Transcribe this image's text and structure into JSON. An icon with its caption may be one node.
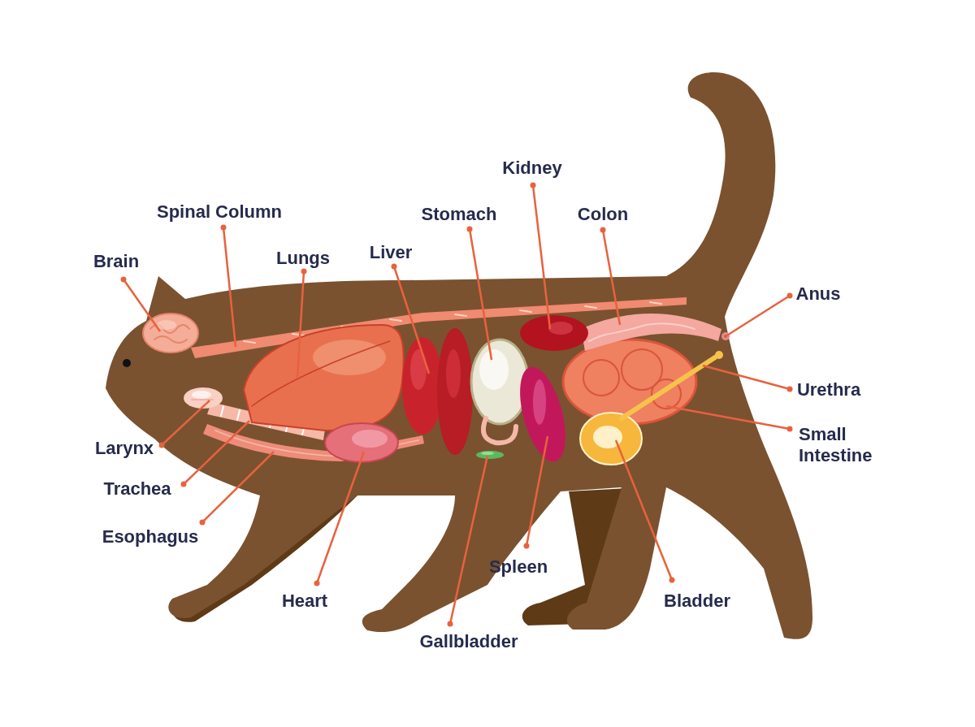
{
  "diagram": {
    "nodes": [
      {
        "text": [
          "Kidney"
        ]
      },
      {
        "text": [
          "Spinal Column"
        ]
      },
      {
        "text": [
          "Stomach"
        ]
      },
      {
        "text": [
          "Colon"
        ]
      },
      {
        "text": [
          "Brain"
        ]
      },
      {
        "text": [
          "Lungs"
        ]
      },
      {
        "text": [
          "Liver"
        ]
      },
      {
        "text": [
          "Anus"
        ]
      },
      {
        "text": [
          "Urethra"
        ]
      },
      {
        "text": [
          "Small Intestine"
        ]
      },
      {
        "text": [
          "Larynx"
        ]
      },
      {
        "text": [
          "Trachea"
        ]
      },
      {
        "text": [
          "Esophagus"
        ]
      },
      {
        "text": [
          "Spleen"
        ]
      },
      {
        "text": [
          "Heart"
        ]
      },
      {
        "text": [
          "Bladder"
        ]
      },
      {
        "text": [
          "Gallbladder"
        ]
      },
      {
        "text": [],
        "shape": "picture"
      },
      {
        "text": [],
        "shape": "picture"
      },
      {
        "text": [],
        "shape": "picture"
      },
      {
        "text": [],
        "shape": "picture"
      },
      {
        "text": [],
        "shape": "picture"
      },
      {
        "text": [],
        "shape": "picture"
      },
      {
        "text": [],
        "shape": "picture"
      },
      {
        "text": [],
        "shape": "picture"
      },
      {
        "text": [],
        "shape": "picture"
      },
      {
        "text": [],
        "shape": "picture"
      },
      {
        "text": [],
        "shape": "picture"
      },
      {
        "text": [],
        "shape": "picture"
      },
      {
        "text": [],
        "shape": "picture"
      },
      {
        "text": [],
        "shape": "picture"
      },
      {
        "text": [],
        "shape": "picture"
      },
      {
        "text": [],
        "shape": "picture"
      },
      {
        "text": [],
        "shape": "picture"
      }
    ],
    "edges": [
      {
        "from": 0,
        "to": 28,
        "arrow": "other"
      },
      {
        "from": 1,
        "to": 19,
        "arrow": "other"
      },
      {
        "from": 2,
        "to": 26,
        "arrow": "other"
      },
      {
        "from": 3,
        "to": 30,
        "arrow": "other"
      },
      {
        "from": 4,
        "to": 17,
        "arrow": "other"
      },
      {
        "from": 5,
        "to": 22,
        "arrow": "other"
      },
      {
        "from": 6,
        "to": 24,
        "arrow": "other"
      },
      {
        "from": 7,
        "to": 33,
        "arrow": "other"
      },
      {
        "from": 8,
        "to": 32,
        "arrow": "other"
      },
      {
        "from": 9,
        "to": 31,
        "arrow": "other"
      },
      {
        "from": 10,
        "to": 18,
        "arrow": "other"
      },
      {
        "from": 11,
        "to": 20,
        "arrow": "other"
      },
      {
        "from": 12,
        "to": 21,
        "arrow": "other"
      },
      {
        "from": 13,
        "to": 27,
        "arrow": "other"
      },
      {
        "from": 14,
        "to": 23,
        "arrow": "other"
      },
      {
        "from": 15,
        "to": 29,
        "arrow": "other"
      },
      {
        "from": 16,
        "to": 25,
        "arrow": "other"
      }
    ]
  }
}
